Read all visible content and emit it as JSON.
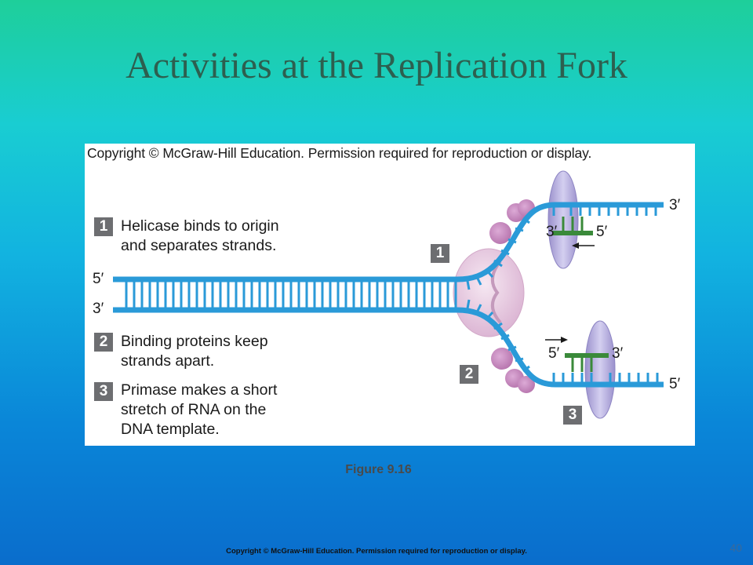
{
  "slide": {
    "title": "Activities at the Replication Fork",
    "figure_caption": "Figure 9.16",
    "footer_copyright": "Copyright © McGraw-Hill Education. Permission required for reproduction or display.",
    "slide_number": "40"
  },
  "figure": {
    "copyright": "Copyright © McGraw-Hill Education. Permission required for reproduction or display.",
    "steps": [
      {
        "number": "1",
        "line1": "Helicase binds to origin",
        "line2": "and separates strands."
      },
      {
        "number": "2",
        "line1": "Binding proteins keep",
        "line2": "strands apart."
      },
      {
        "number": "3",
        "line1": "Primase makes a short",
        "line2": "stretch of RNA on the",
        "line3": "DNA template."
      }
    ],
    "strand_labels": {
      "left_top": "5′",
      "left_bottom": "3′",
      "right_top": "3′",
      "right_bottom": "5′",
      "upper_primer_left": "3′",
      "upper_primer_right": "5′",
      "lower_primer_left": "5′",
      "lower_primer_right": "3′"
    },
    "colors": {
      "dna_strand": "#2a9ad8",
      "rna_primer": "#3a8a3a",
      "helicase": "#e8c8e0",
      "binding_protein": "#c890c0",
      "primase": "#b0a8d8",
      "step_box": "#6d6e71"
    }
  }
}
